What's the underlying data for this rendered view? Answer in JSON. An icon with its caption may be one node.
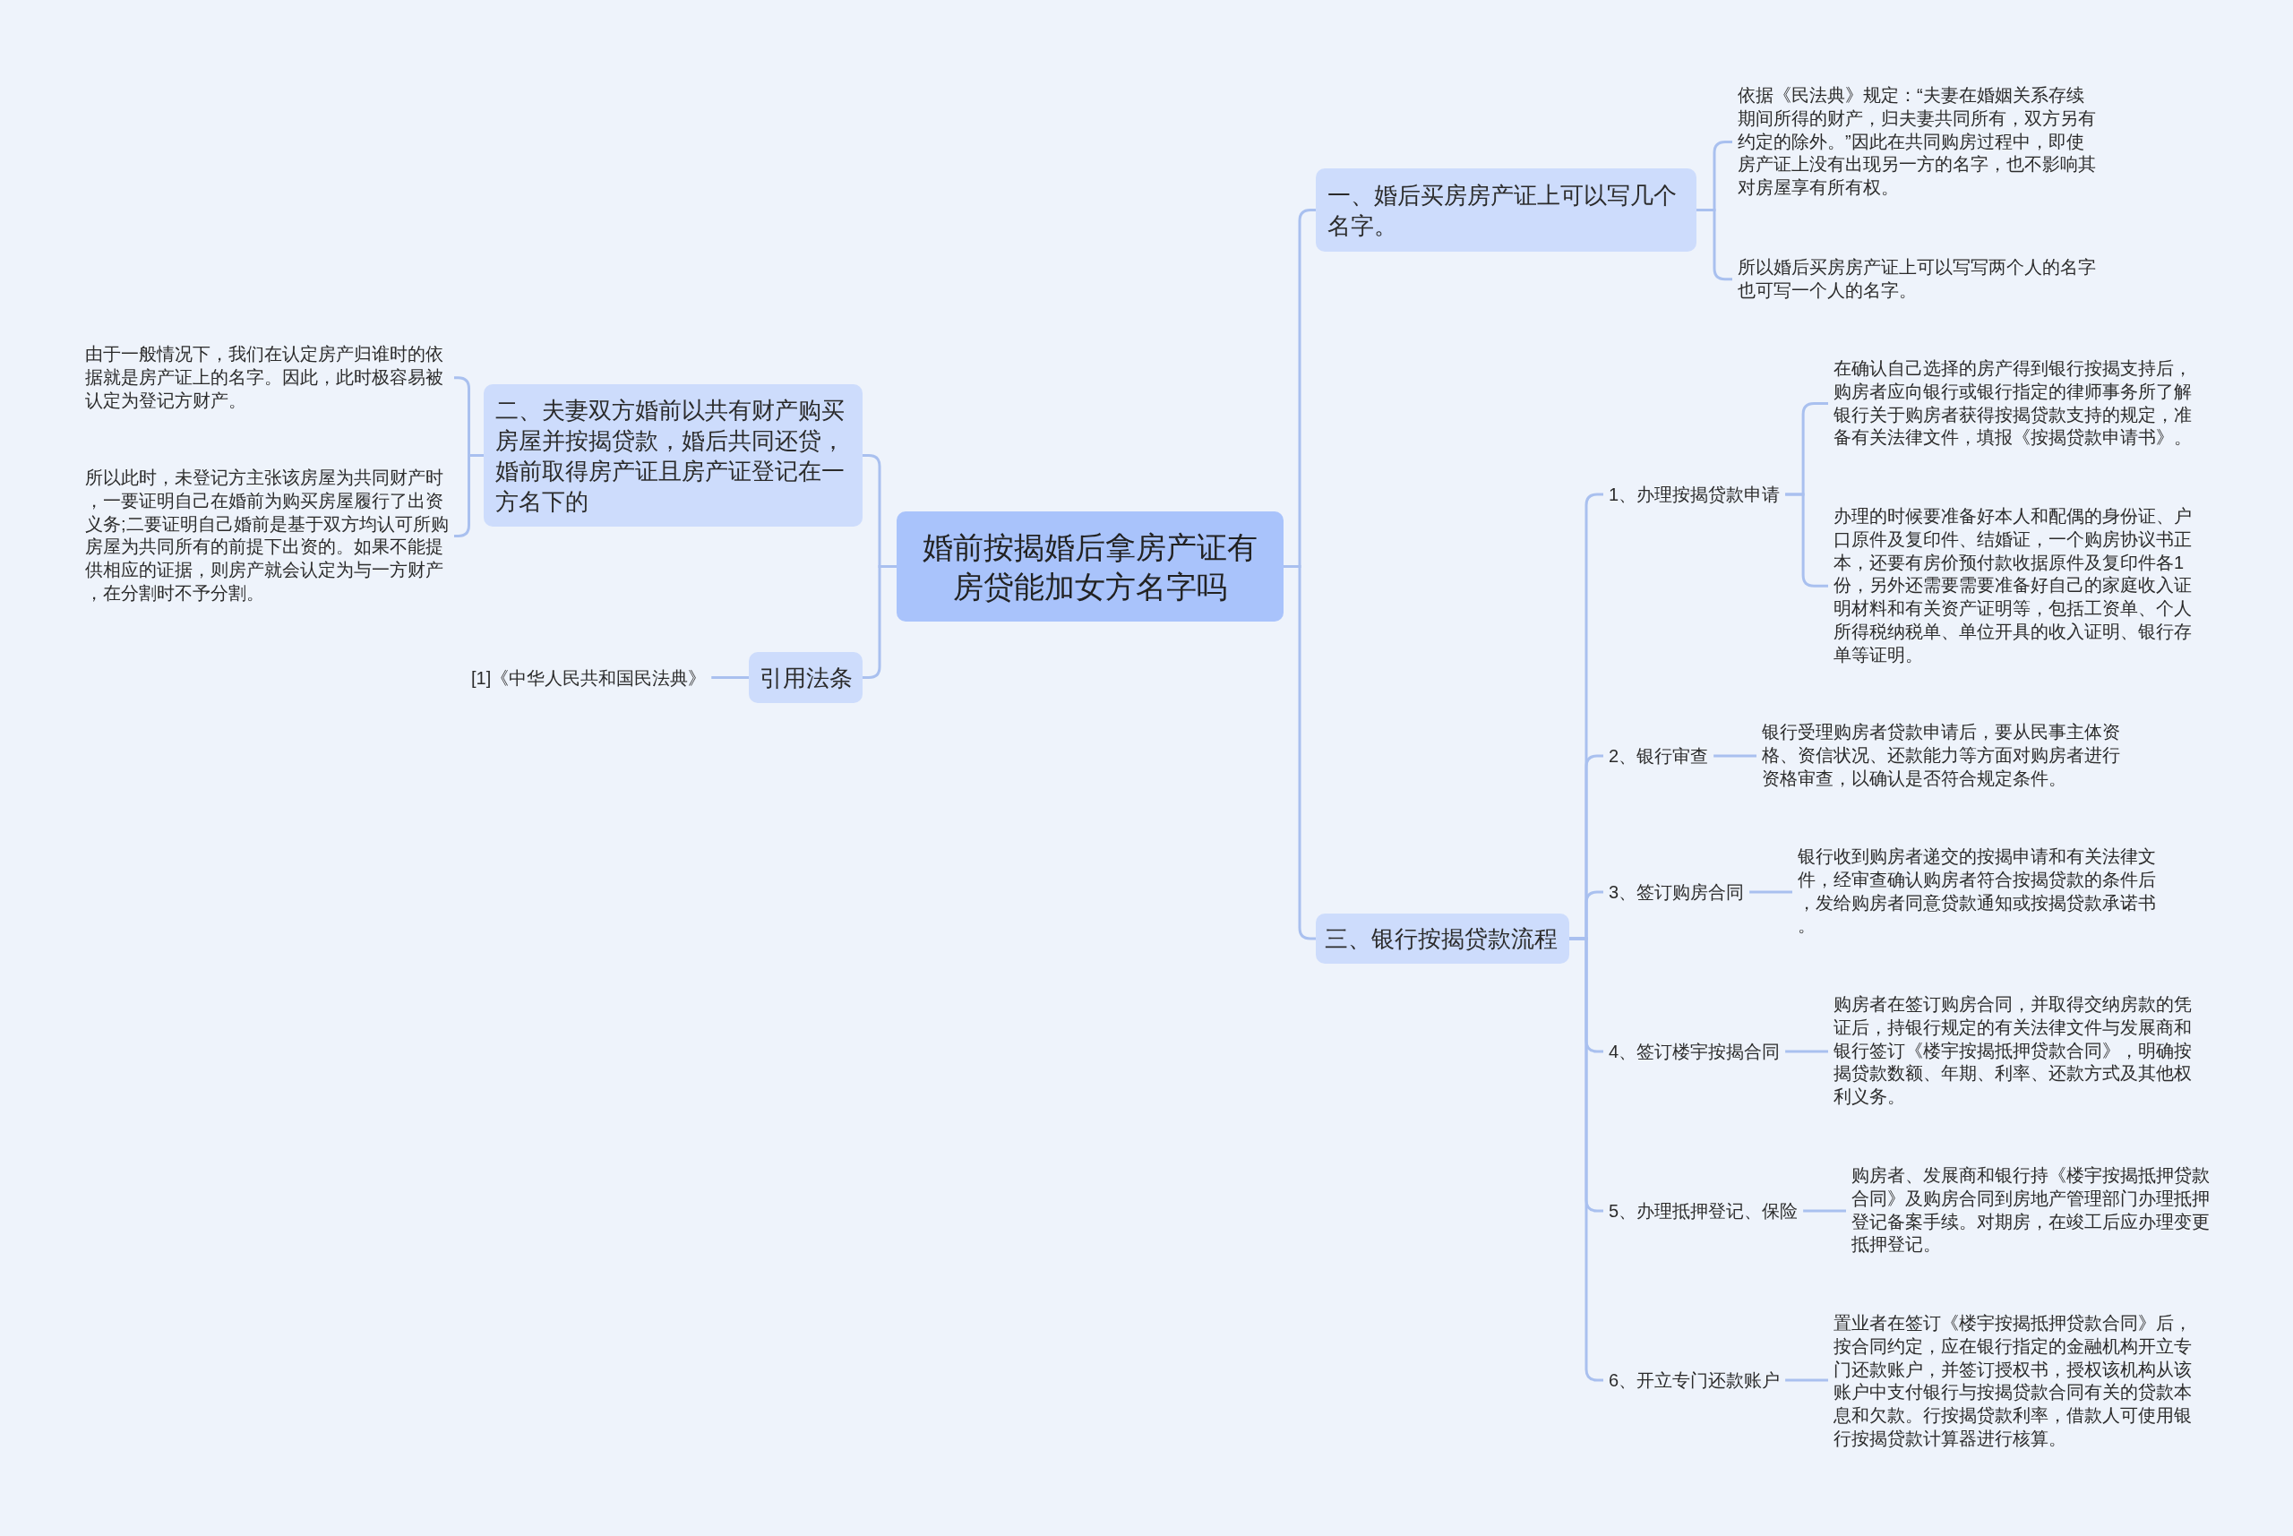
{
  "diagram": {
    "nodes": [
      {
        "text": [
          "婚前按揭婚后拿房产证有房贷能加女方名字吗"
        ]
      },
      {
        "text": [
          "一、婚后买房房产证上可以写几个名字。"
        ]
      },
      {
        "text": [
          "依据《民法典》规定：“夫妻在婚姻关系存续期间所得的财产，归夫妻共同所有，双方另有约定的除外。”因此在共同购房过程中，即使房产证上没有出现另一方的名字，也不影响其对房屋享有所有权。"
        ]
      },
      {
        "text": [
          "所以婚后买房房产证上可以写写两个人的名字也可写一个人的名字。"
        ]
      },
      {
        "text": [
          "三、银行按揭贷款流程"
        ]
      },
      {
        "text": [
          "1、办理按揭贷款申请"
        ]
      },
      {
        "text": [
          "在确认自己选择的房产得到银行按揭支持后，购房者应向银行或银行指定的律师事务所了解银行关于购房者获得按揭贷款支持的规定，准备有关法律文件，填报《按揭贷款申请书》。"
        ]
      },
      {
        "text": [
          "办理的时候要准备好本人和配偶的身份证、户口原件及复印件、结婚证，一个购房协议书正本，还要有房价预付款收据原件及复印件各1份，另外还需要需要准备好自己的家庭收入证明材料和有关资产证明等，包括工资单、个人所得税纳税单、单位开具的收入证明、银行存单等证明。"
        ]
      },
      {
        "text": [
          "2、银行审查"
        ]
      },
      {
        "text": [
          "银行受理购房者贷款申请后，要从民事主体资格、资信状况、还款能力等方面对购房者进行资格审查，以确认是否符合规定条件。"
        ]
      },
      {
        "text": [
          "3、签订购房合同"
        ]
      },
      {
        "text": [
          "银行收到购房者递交的按揭申请和有关法律文件，经审查确认购房者符合按揭贷款的条件后，发给购房者同意贷款通知或按揭贷款承诺书。"
        ]
      },
      {
        "text": [
          "4、签订楼宇按揭合同"
        ]
      },
      {
        "text": [
          "购房者在签订购房合同，并取得交纳房款的凭证后，持银行规定的有关法律文件与发展商和银行签订《楼宇按揭抵押贷款合同》，明确按揭贷款数额、年期、利率、还款方式及其他权利义务。"
        ]
      },
      {
        "text": [
          "5、办理抵押登记、保险"
        ]
      },
      {
        "text": [
          "购房者、发展商和银行持《楼宇按揭抵押贷款合同》及购房合同到房地产管理部门办理抵押登记备案手续。对期房，在竣工后应办理变更抵押登记。"
        ]
      },
      {
        "text": [
          "6、开立专门还款账户"
        ]
      },
      {
        "text": [
          "置业者在签订《楼宇按揭抵押贷款合同》后，按合同约定，应在银行指定的金融机构开立专门还款账户，并签订授权书，授权该机构从该账户中支付银行与按揭贷款合同有关的贷款本息和欠款。行按揭贷款利率，借款人可使用银行按揭贷款计算器进行核算。"
        ]
      },
      {
        "text": [
          "二、夫妻双方婚前以共有财产购买房屋并按揭贷款，婚后共同还贷，婚前取得房产证且房产证登记在一方名下的"
        ]
      },
      {
        "text": [
          "由于一般情况下，我们在认定房产归谁时的依据就是房产证上的名字。因此，此时极容易被认定为登记方财产。"
        ]
      },
      {
        "text": [
          "所以此时，未登记方主张该房屋为共同财产时，一要证明自己在婚前为购买房屋履行了出资义务;二要证明自己婚前是基于双方均认可所购房屋为共同所有的前提下出资的。如果不能提供相应的证据，则房产就会认定为与一方财产，在分割时不予分割。"
        ]
      },
      {
        "text": [
          "引用法条"
        ]
      },
      {
        "text": [
          "[1]《中华人民共和国民法典》"
        ]
      }
    ],
    "edges": [
      {
        "from": 0,
        "to": 1,
        "arrow": "none"
      },
      {
        "from": 1,
        "to": 2,
        "arrow": "none"
      },
      {
        "from": 1,
        "to": 3,
        "arrow": "none"
      },
      {
        "from": 0,
        "to": 4,
        "arrow": "none"
      },
      {
        "from": 4,
        "to": 5,
        "arrow": "none"
      },
      {
        "from": 5,
        "to": 6,
        "arrow": "none"
      },
      {
        "from": 5,
        "to": 7,
        "arrow": "none"
      },
      {
        "from": 4,
        "to": 8,
        "arrow": "none"
      },
      {
        "from": 8,
        "to": 9,
        "arrow": "none"
      },
      {
        "from": 4,
        "to": 10,
        "arrow": "none"
      },
      {
        "from": 10,
        "to": 11,
        "arrow": "none"
      },
      {
        "from": 4,
        "to": 12,
        "arrow": "none"
      },
      {
        "from": 12,
        "to": 13,
        "arrow": "none"
      },
      {
        "from": 4,
        "to": 14,
        "arrow": "none"
      },
      {
        "from": 14,
        "to": 15,
        "arrow": "none"
      },
      {
        "from": 4,
        "to": 16,
        "arrow": "none"
      },
      {
        "from": 16,
        "to": 17,
        "arrow": "none"
      },
      {
        "from": 0,
        "to": 18,
        "arrow": "none"
      },
      {
        "from": 18,
        "to": 19,
        "arrow": "none"
      },
      {
        "from": 18,
        "to": 20,
        "arrow": "none"
      },
      {
        "from": 0,
        "to": 21,
        "arrow": "none"
      },
      {
        "from": 21,
        "to": 22,
        "arrow": "none"
      }
    ]
  }
}
